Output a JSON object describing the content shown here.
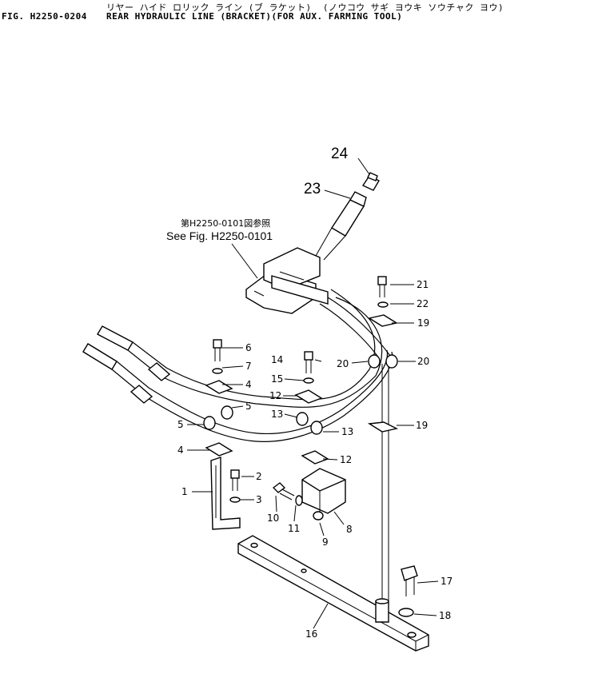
{
  "header": {
    "jp_title": "リヤー ハイド ロリック ライン (ブ ラケット)  (ノウコウ サギ ヨウキ ソウチャク ヨウ)",
    "fig_code": "FIG. H2250-0204",
    "title": "REAR HYDRAULIC LINE (BRACKET)(FOR AUX. FARMING TOOL)"
  },
  "reference": {
    "jp": "第H2250-0101図参照",
    "en": "See Fig. H2250-0101"
  },
  "callouts": {
    "c1": "1",
    "c2": "2",
    "c3": "3",
    "c4a": "4",
    "c4b": "4",
    "c5a": "5",
    "c5b": "5",
    "c6": "6",
    "c7": "7",
    "c8": "8",
    "c9": "9",
    "c10": "10",
    "c11": "11",
    "c12a": "12",
    "c12b": "12",
    "c13a": "13",
    "c13b": "13",
    "c14": "14",
    "c15": "15",
    "c16": "16",
    "c17": "17",
    "c18": "18",
    "c19a": "19",
    "c19b": "19",
    "c20a": "20",
    "c20b": "20",
    "c21": "21",
    "c22": "22",
    "c23": "23",
    "c24": "24"
  }
}
